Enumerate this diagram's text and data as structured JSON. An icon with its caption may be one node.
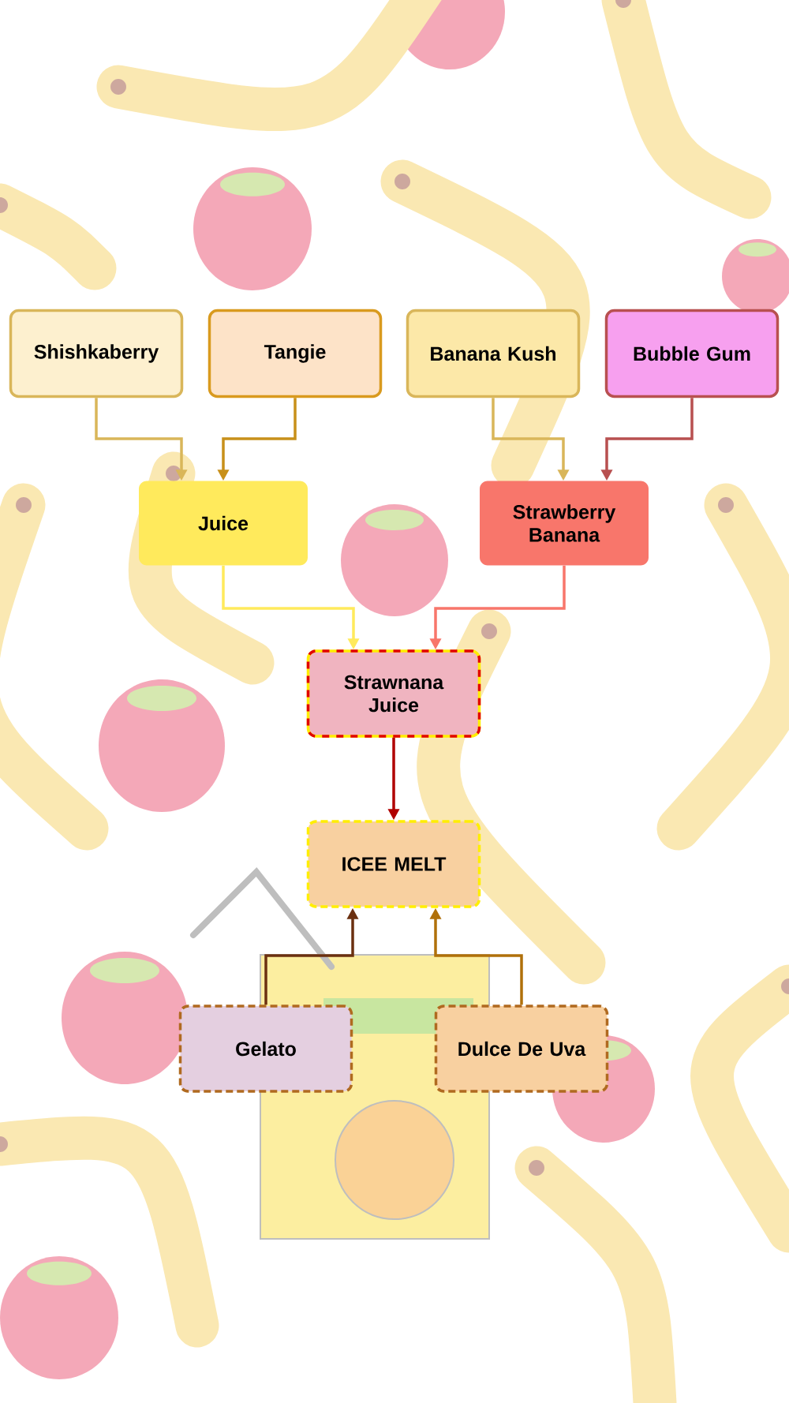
{
  "diagram": {
    "nodes": [
      {
        "text": [
          "Shishkaberry"
        ]
      },
      {
        "text": [
          "Tangie"
        ]
      },
      {
        "text": [
          "Banana Kush"
        ]
      },
      {
        "text": [
          "Bubble Gum"
        ]
      },
      {
        "text": [
          "Juice"
        ]
      },
      {
        "text": [
          "Strawberry Banana"
        ]
      },
      {
        "text": [
          "Strawnana Juice"
        ]
      },
      {
        "text": [
          "ICEE MELT"
        ]
      },
      {
        "text": [
          "Gelato"
        ]
      },
      {
        "text": [
          "Dulce De Uva"
        ]
      }
    ],
    "edges": [
      {
        "from": 0,
        "to": 4,
        "arrow": "to",
        "color": "#d9b65a"
      },
      {
        "from": 1,
        "to": 4,
        "arrow": "to",
        "color": "#c8901a"
      },
      {
        "from": 2,
        "to": 5,
        "arrow": "to",
        "color": "#d9b65a"
      },
      {
        "from": 3,
        "to": 5,
        "arrow": "to",
        "color": "#b85050"
      },
      {
        "from": 4,
        "to": 6,
        "arrow": "to",
        "color": "#ffea5c"
      },
      {
        "from": 5,
        "to": 6,
        "arrow": "to",
        "color": "#f8766b"
      },
      {
        "from": 6,
        "to": 7,
        "arrow": "to",
        "color": "#b00000"
      },
      {
        "from": 8,
        "to": 7,
        "arrow": "to",
        "color": "#6b3010"
      },
      {
        "from": 9,
        "to": 7,
        "arrow": "to",
        "color": "#b0700a"
      }
    ]
  }
}
